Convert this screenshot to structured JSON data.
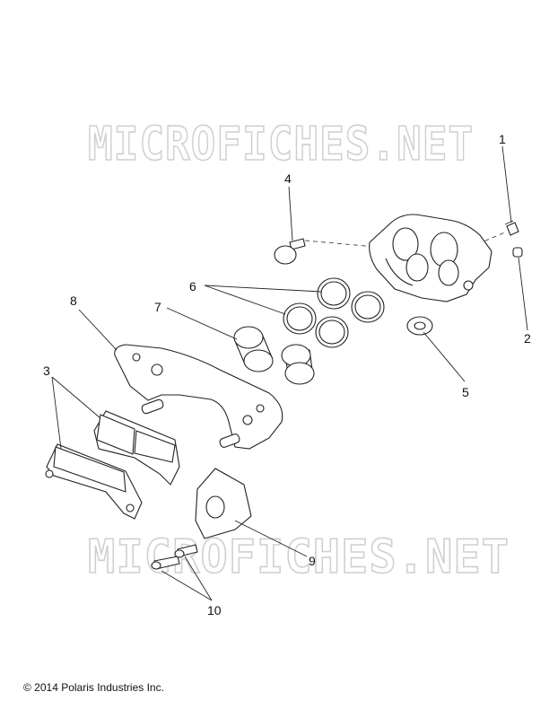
{
  "watermarks": [
    "MICROFICHES.NET",
    "MICROFICHES.NET"
  ],
  "callouts": {
    "c1": "1",
    "c2": "2",
    "c3": "3",
    "c4": "4",
    "c5": "5",
    "c6": "6",
    "c7": "7",
    "c8": "8",
    "c9": "9",
    "c10": "10"
  },
  "copyright": "© 2014 Polaris Industries Inc."
}
